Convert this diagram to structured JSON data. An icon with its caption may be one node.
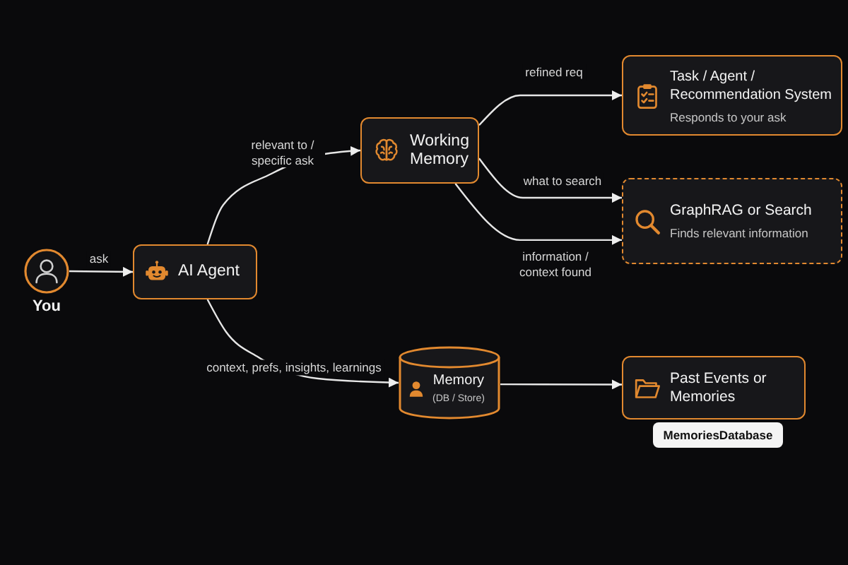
{
  "diagram": {
    "nodes": [
      {
        "text": [
          "You"
        ]
      },
      {
        "text": [
          "AI Agent"
        ]
      },
      {
        "text": [
          "Working Memory"
        ]
      },
      {
        "text": [
          "Task / Agent / Recommendation System",
          "Responds to your ask"
        ]
      },
      {
        "text": [
          "GraphRAG or Search",
          "Finds relevant information"
        ]
      },
      {
        "text": [
          "Memory",
          "(DB / Store)"
        ]
      },
      {
        "text": [
          "Past Events or Memories"
        ]
      },
      {
        "text": [
          "MemoriesDatabase"
        ]
      }
    ],
    "edges": [
      {
        "from": 0,
        "to": 1,
        "arrow": "to",
        "label": "ask"
      },
      {
        "from": 1,
        "to": 2,
        "arrow": "to",
        "label": "relevant to / specific ask"
      },
      {
        "from": 1,
        "to": 5,
        "arrow": "to",
        "label": "context, prefs, insights, learnings"
      },
      {
        "from": 2,
        "to": 3,
        "arrow": "to",
        "label": "refined req"
      },
      {
        "from": 2,
        "to": 4,
        "arrow": "to",
        "label": "what to search"
      },
      {
        "from": 2,
        "to": 4,
        "arrow": "to",
        "label": "information / context found"
      },
      {
        "from": 5,
        "to": 6,
        "arrow": "to"
      }
    ]
  }
}
